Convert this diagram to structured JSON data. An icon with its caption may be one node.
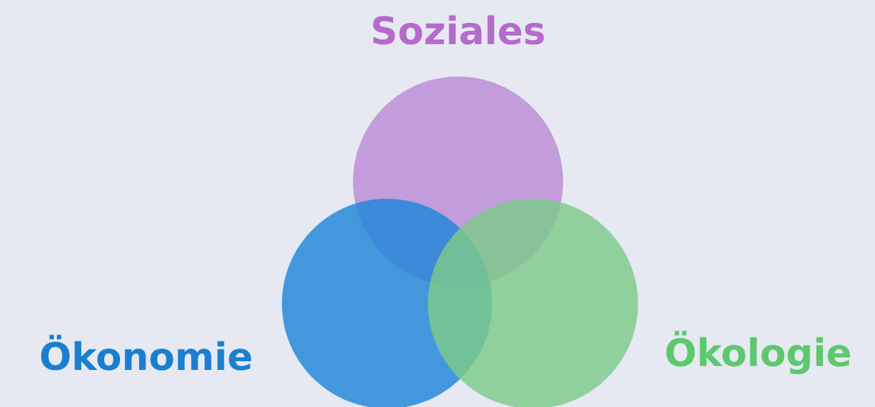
{
  "diagram": {
    "nodes": [
      {
        "text": [
          "Soziales"
        ]
      },
      {
        "text": [
          "Ökonomie"
        ]
      },
      {
        "text": [
          "Ökologie"
        ]
      }
    ]
  }
}
